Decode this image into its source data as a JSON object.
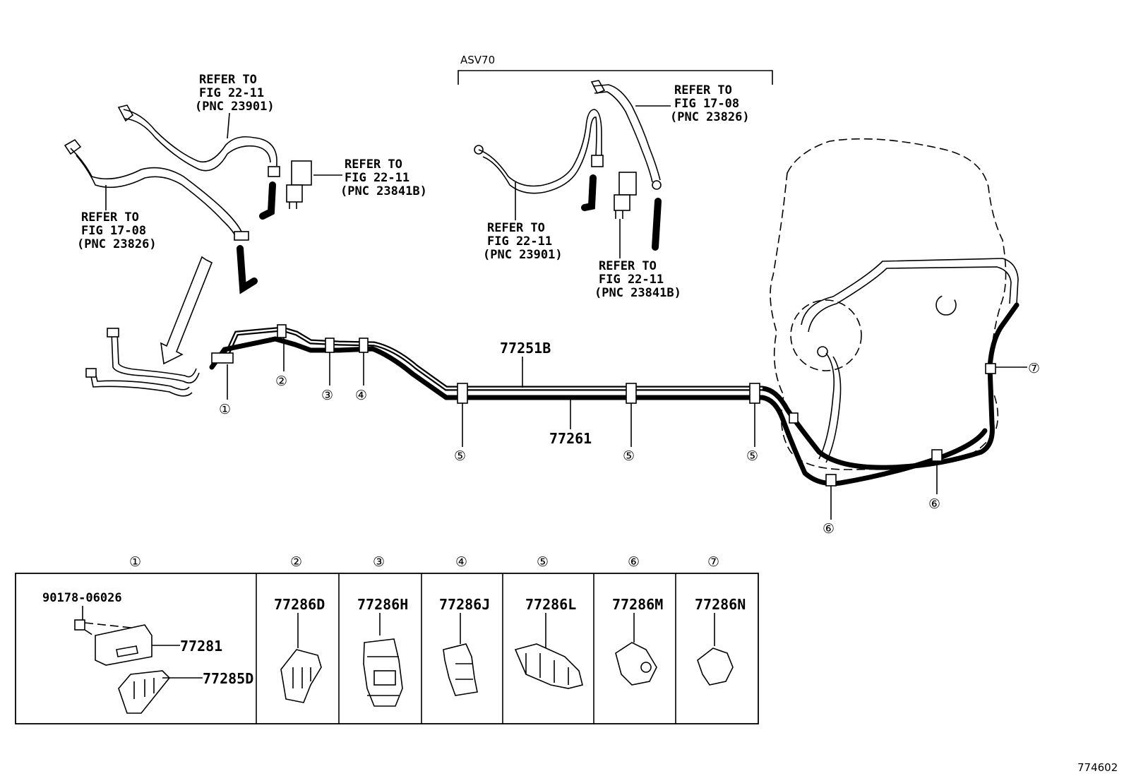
{
  "variant_label": "ASV70",
  "references": {
    "left_fuel_hose_top": [
      "REFER TO",
      "FIG 22-11",
      "(PNC 23901)"
    ],
    "left_valve": [
      "REFER TO",
      "FIG 22-11",
      "(PNC 23841B)"
    ],
    "left_fuel_hose_lower": [
      "REFER TO",
      "FIG 17-08",
      "(PNC 23826)"
    ],
    "asv70_right_hose": [
      "REFER TO",
      "FIG 17-08",
      "(PNC 23826)"
    ],
    "asv70_left_hose": [
      "REFER TO",
      "FIG 22-11",
      "(PNC 23901)"
    ],
    "asv70_valve": [
      "REFER TO",
      "FIG 22-11",
      "(PNC 23841B)"
    ]
  },
  "tube_labels": {
    "upper_tube": "77251B",
    "lower_tube": "77261"
  },
  "callout_numbers": [
    "①",
    "②",
    "③",
    "④",
    "⑤",
    "⑤",
    "⑤",
    "⑥",
    "⑥",
    "⑦"
  ],
  "parts_table": [
    {
      "num": "①",
      "parts": [
        "90178-06026",
        "77281",
        "77285D"
      ]
    },
    {
      "num": "②",
      "parts": [
        "77286D"
      ]
    },
    {
      "num": "③",
      "parts": [
        "77286H"
      ]
    },
    {
      "num": "④",
      "parts": [
        "77286J"
      ]
    },
    {
      "num": "⑤",
      "parts": [
        "77286L"
      ]
    },
    {
      "num": "⑥",
      "parts": [
        "77286M"
      ]
    },
    {
      "num": "⑦",
      "parts": [
        "77286N"
      ]
    }
  ],
  "figure_id": "774602"
}
